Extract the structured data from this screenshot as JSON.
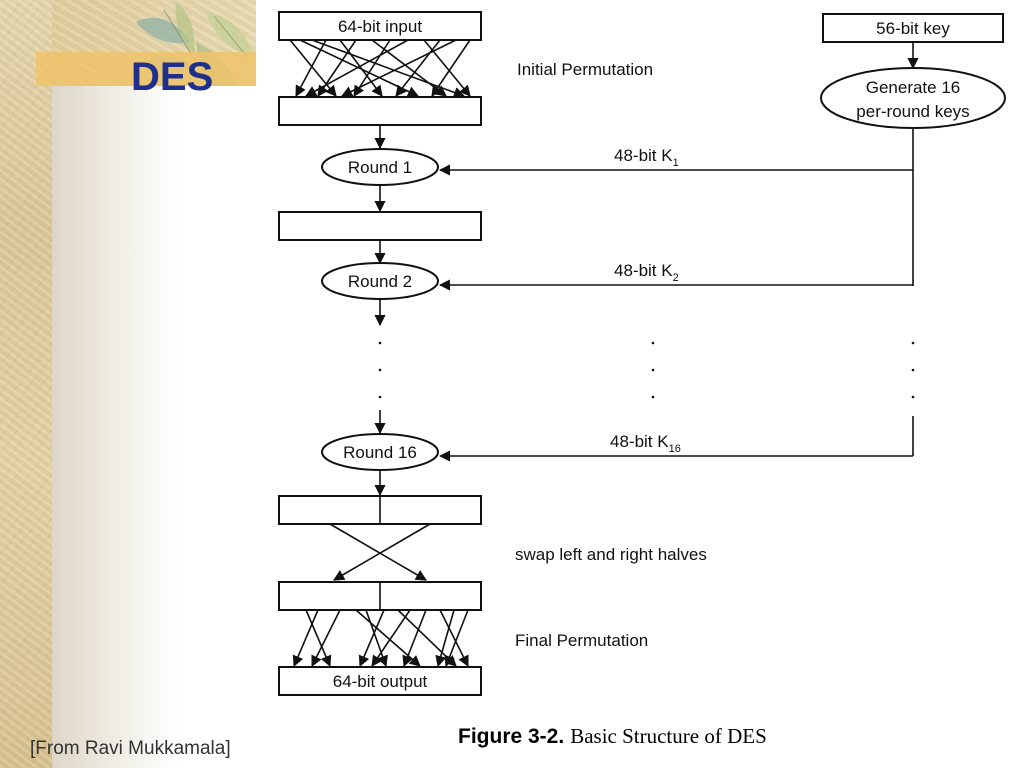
{
  "slide": {
    "title": "DES",
    "credit": "[From Ravi Mukkamala]",
    "title_color": "#1f2f8c",
    "accent_color": "#efc36a",
    "background_texture_color": "#e4d2a4"
  },
  "figure": {
    "number": "Figure 3-2.",
    "text": "Basic Structure of DES"
  },
  "diagram": {
    "input_box": "64-bit input",
    "key_box": "56-bit key",
    "key_generator": [
      "Generate 16",
      "per-round keys"
    ],
    "initial_permutation_label": "Initial Permutation",
    "rounds": [
      {
        "label": "Round 1",
        "key_prefix": "48-bit K",
        "key_sub": "1"
      },
      {
        "label": "Round 2",
        "key_prefix": "48-bit K",
        "key_sub": "2"
      },
      {
        "label": "Round 16",
        "key_prefix": "48-bit K",
        "key_sub": "16"
      }
    ],
    "swap_label": "swap left and right halves",
    "final_permutation_label": "Final Permutation",
    "output_box": "64-bit output"
  }
}
